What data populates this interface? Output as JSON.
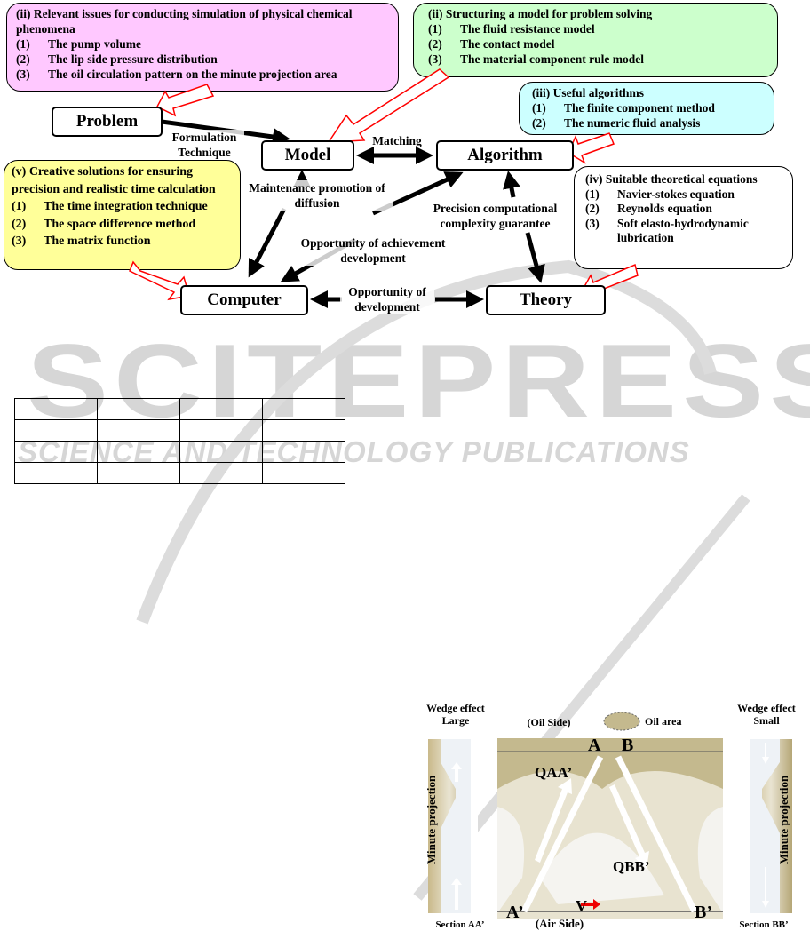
{
  "watermark": {
    "main": "SCITEPRESS",
    "sub": "SCIENCE AND TECHNOLOGY PUBLICATIONS"
  },
  "diagram": {
    "issues_box": {
      "title": "(ii)  Relevant issues for conducting simulation of physical chemical phenomena",
      "items": [
        {
          "n": "(1)",
          "t": "The pump volume"
        },
        {
          "n": "(2)",
          "t": "The lip side pressure distribution"
        },
        {
          "n": "(3)",
          "t": "The oil circulation pattern on the minute projection area"
        }
      ],
      "color": "#ffc8ff"
    },
    "model_box": {
      "title": "(ii) Structuring a model for problem solving",
      "items": [
        {
          "n": "(1)",
          "t": "The fluid resistance model"
        },
        {
          "n": "(2)",
          "t": "The contact model"
        },
        {
          "n": "(3)",
          "t": "The material component rule model"
        }
      ],
      "color": "#ccffcc"
    },
    "algorithms_box": {
      "title": "(iii) Useful algorithms",
      "items": [
        {
          "n": "(1)",
          "t": "The finite component method"
        },
        {
          "n": "(2)",
          "t": "The numeric fluid analysis"
        }
      ],
      "color": "#ccffff"
    },
    "solutions_box": {
      "title": "(v) Creative solutions for ensuring precision and realistic time calculation",
      "items": [
        {
          "n": "(1)",
          "t": "The time integration technique"
        },
        {
          "n": "(2)",
          "t": "The space difference method"
        },
        {
          "n": "(3)",
          "t": "The matrix function"
        }
      ],
      "color": "#ffff99"
    },
    "theory_box": {
      "title": "(iv) Suitable theoretical equations",
      "items": [
        {
          "n": "(1)",
          "t": "Navier-stokes equation"
        },
        {
          "n": "(2)",
          "t": "Reynolds equation"
        },
        {
          "n": "(3)",
          "t": "Soft elasto-hydrodynamic lubrication"
        }
      ]
    },
    "nodes": {
      "problem": "Problem",
      "model": "Model",
      "algorithm": "Algorithm",
      "computer": "Computer",
      "theory": "Theory"
    },
    "edges": {
      "formulation": "Formulation Technique",
      "matching": "Matching",
      "maintenance": "Maintenance promotion of diffusion",
      "precision": "Precision computational complexity guarantee",
      "achievement": "Opportunity of achievement development",
      "development": "Opportunity of development"
    }
  },
  "table": {
    "rows": 4,
    "cols": 4
  },
  "figure": {
    "wedge_large": "Wedge effect Large",
    "wedge_small": "Wedge effect Small",
    "oil_side": "(Oil Side)",
    "air_side": "(Air Side)",
    "oil_area": "Oil area",
    "A": "A",
    "B": "B",
    "A2": "A’",
    "B2": "B’",
    "qaa": "QAA’",
    "qbb": "QBB’",
    "v": "V",
    "minute_left": "Minute projection",
    "minute_right": "Minute projection",
    "section_aa": "Section AA’",
    "section_bb": "Section BB’"
  }
}
